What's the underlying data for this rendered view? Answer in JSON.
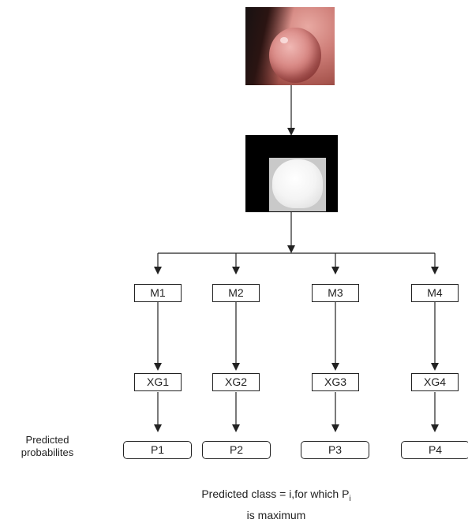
{
  "input_image": {
    "icon": "endoscopy-polyp-image"
  },
  "mask_image": {
    "icon": "segmentation-mask-image"
  },
  "models": [
    "M1",
    "M2",
    "M3",
    "M4"
  ],
  "classifiers": [
    "XG1",
    "XG2",
    "XG3",
    "XG4"
  ],
  "outputs": [
    "P1",
    "P2",
    "P3",
    "P4"
  ],
  "side_label": {
    "line1": "Predicted",
    "line2": "probabilites"
  },
  "caption": {
    "prefix": "Predicted class = i,for which P",
    "subscript": "i",
    "line2": "is maximum"
  },
  "colors": {
    "line": "#222222",
    "box_border": "#222222"
  }
}
